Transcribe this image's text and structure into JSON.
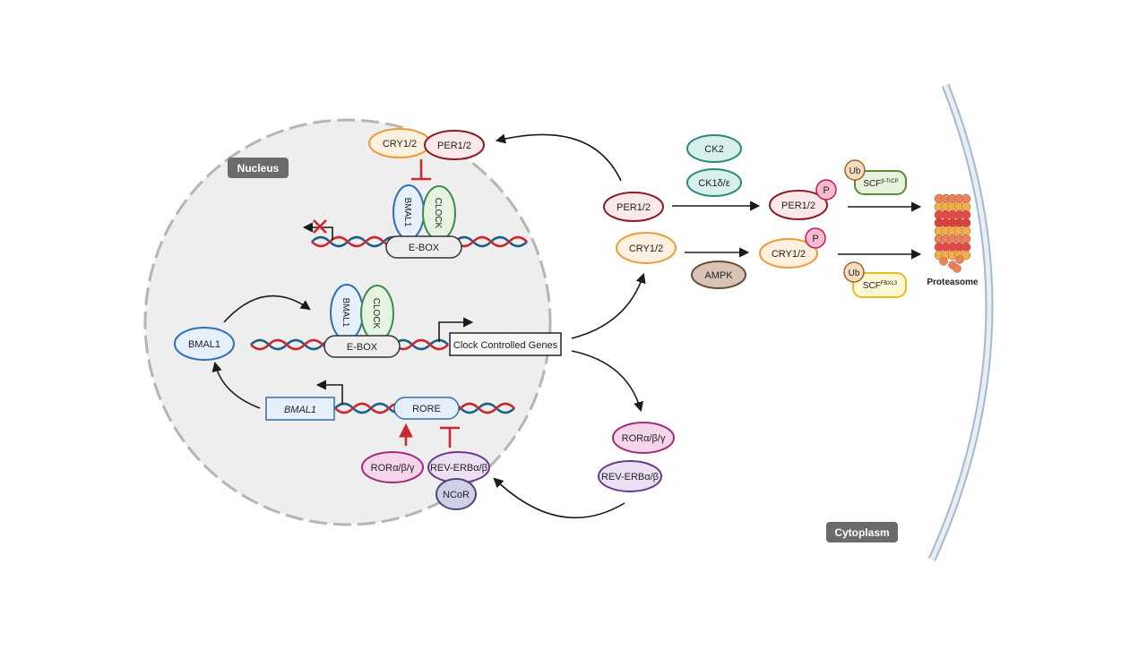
{
  "compartments": {
    "nucleus": "Nucleus",
    "cytoplasm": "Cytoplasm"
  },
  "nucleus": {
    "repressor_cry": "CRY1/2",
    "repressor_per": "PER1/2",
    "bmal1_top": "BMAL1",
    "clock_top": "CLOCK",
    "ebox_top": "E-BOX",
    "bmal1_mid": "BMAL1",
    "clock_mid": "CLOCK",
    "ebox_mid": "E-BOX",
    "ccg": "Clock Controlled Genes",
    "bmal1_free": "BMAL1",
    "bmal1_gene": "BMAL1",
    "rore": "RORE",
    "ror": "RORα/β/γ",
    "reverb": "REV-ERBα/β",
    "ncor": "NCoR"
  },
  "cytoplasm": {
    "per": "PER1/2",
    "cry": "CRY1/2",
    "ck2": "CK2",
    "ck1": "CK1δ/ε",
    "ampk": "AMPK",
    "per_p": "PER1/2",
    "cry_p": "CRY1/2",
    "phospho_1": "P",
    "phospho_2": "P",
    "ub_1": "Ub",
    "ub_2": "Ub",
    "scf1_base": "SCF",
    "scf1_sup": "β-TrCP",
    "scf2_base": "SCF",
    "scf2_sup": "FBXL3",
    "proteasome": "Proteasome",
    "ror": "RORα/β/γ",
    "reverb": "REV-ERBα/β"
  },
  "colors": {
    "nucleus_fill": "#eeeeee",
    "label_bg": "#6b6b6b",
    "cry": "#ee9a3a",
    "cry_fill": "#fdf0de",
    "per": "#8b1d24",
    "per_fill": "#fbe9ea",
    "bmal1": "#2f6fb0",
    "bmal1_fill": "#e6f0fa",
    "clock": "#3d8a4a",
    "clock_fill": "#e5f3e0",
    "ck": "#2a8a7a",
    "ck_fill": "#d8efec",
    "ampk": "#6b4a3a",
    "ampk_fill": "#d9c3b5",
    "phospho": "#c2185b",
    "phospho_fill": "#f8bbd0",
    "ub": "#a0662a",
    "ub_fill": "#f3dcc0",
    "scf1": "#5a8a3a",
    "scf1_fill": "#e6f2da",
    "scf2": "#e0c020",
    "scf2_fill": "#fdf7d5",
    "ror": "#a02a7a",
    "ror_fill": "#f4d5ea",
    "reverb": "#6a3a8a",
    "reverb_fill": "#ece0f4",
    "ncor": "#4a4a7a",
    "ncor_fill": "#cfd0e6",
    "dna_red": "#c8282e",
    "dna_blue": "#1f5f8a",
    "inhibit": "#c8282e",
    "membrane": "#a8b8cc"
  }
}
